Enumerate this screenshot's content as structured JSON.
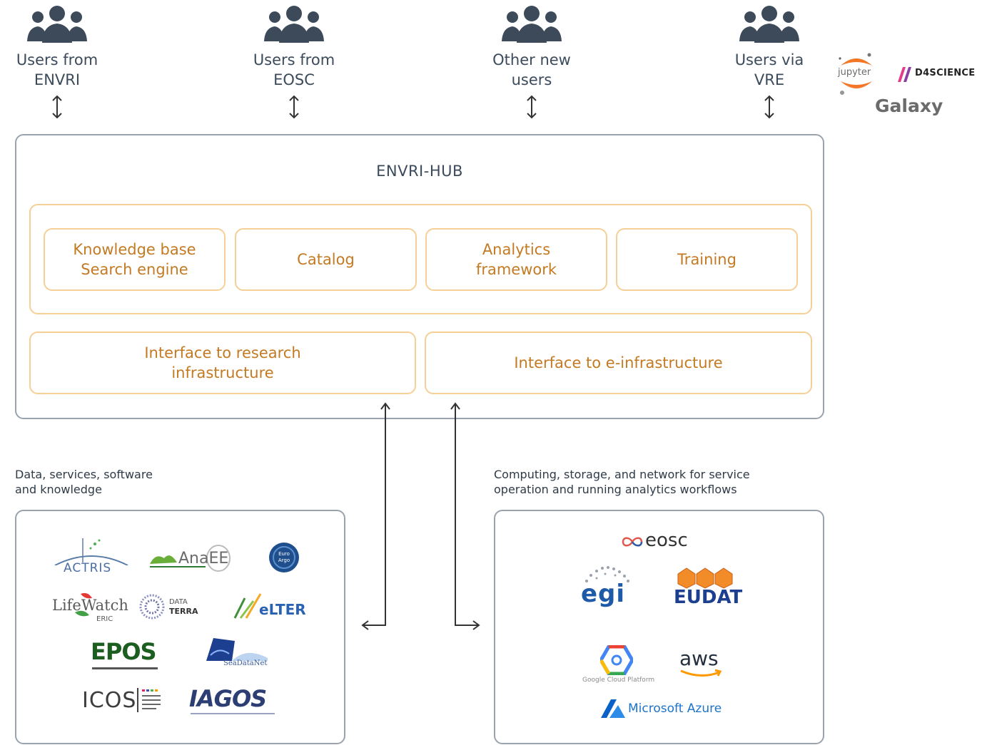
{
  "user_groups": [
    {
      "line1": "Users from",
      "line2": "ENVRI"
    },
    {
      "line1": "Users from",
      "line2": "EOSC"
    },
    {
      "line1": "Other new",
      "line2": "users"
    },
    {
      "line1": "Users via",
      "line2": "VRE"
    }
  ],
  "vre_logos": {
    "jupyter": "jupyter",
    "d4science": "D4SCIENCE",
    "galaxy": "Galaxy"
  },
  "hub": {
    "title": "ENVRI-HUB",
    "modules": [
      {
        "line1": "Knowledge base",
        "line2": "Search engine"
      },
      {
        "line1": "Catalog",
        "line2": ""
      },
      {
        "line1": "Analytics",
        "line2": "framework"
      },
      {
        "line1": "Training",
        "line2": ""
      }
    ],
    "interface_research": {
      "line1": "Interface to research",
      "line2": "infrastructure"
    },
    "interface_einfra": {
      "line1": "Interface to e-infrastructure"
    }
  },
  "left_caption": {
    "line1": "Data, services, software",
    "line2": "and knowledge"
  },
  "right_caption": {
    "line1": "Computing, storage, and network for service",
    "line2": "operation and running analytics workflows"
  },
  "research_infrastructures": {
    "actris": "ACTRIS",
    "anaee": "AnaEE",
    "euro_argo": "Euro Argo",
    "lifewatch": "LifeWatch",
    "lifewatch_sub": "ERIC",
    "danubius": "DATA",
    "danubius_sub": "TERRA",
    "elter": "eLTER",
    "epos": "EPOS",
    "seadatanet": "SeaDataNet",
    "icos": "ICOS",
    "iagos": "IAGOS"
  },
  "e_infrastructures": {
    "eosc": "eosc",
    "egi": "egi",
    "eudat": "EUDAT",
    "gcp": "Google Cloud Platform",
    "aws": "aws",
    "azure": "Microsoft Azure"
  },
  "colors": {
    "border_grey": "#9aa3ac",
    "border_orange": "#f5cf95",
    "text_orange": "#c47a22",
    "text_dark": "#3b4b5c",
    "icon_dark": "#3c4a5a"
  },
  "icons": {
    "users": "people-group-icon",
    "arrow": "double-headed-arrow-icon"
  }
}
